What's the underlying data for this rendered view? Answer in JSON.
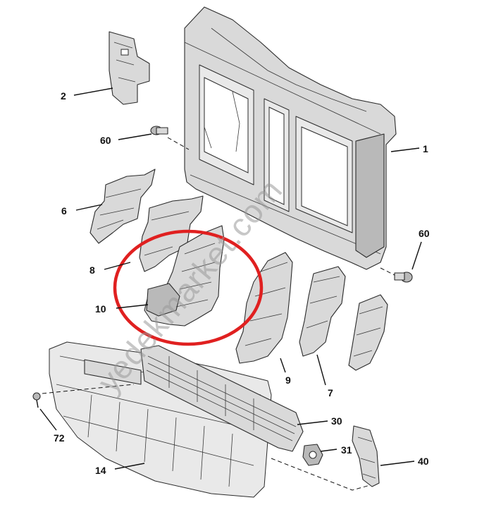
{
  "diagram": {
    "watermark": "yedekmarket.com",
    "highlight_color": "#e02020",
    "highlighted_part": "10",
    "callouts": [
      {
        "id": "1",
        "label": "1"
      },
      {
        "id": "2",
        "label": "2"
      },
      {
        "id": "6",
        "label": "6"
      },
      {
        "id": "7",
        "label": "7"
      },
      {
        "id": "8",
        "label": "8"
      },
      {
        "id": "9",
        "label": "9"
      },
      {
        "id": "10",
        "label": "10"
      },
      {
        "id": "14",
        "label": "14"
      },
      {
        "id": "30",
        "label": "30"
      },
      {
        "id": "31",
        "label": "31"
      },
      {
        "id": "40",
        "label": "40"
      },
      {
        "id": "60a",
        "label": "60"
      },
      {
        "id": "60b",
        "label": "60"
      },
      {
        "id": "72",
        "label": "72"
      }
    ]
  }
}
